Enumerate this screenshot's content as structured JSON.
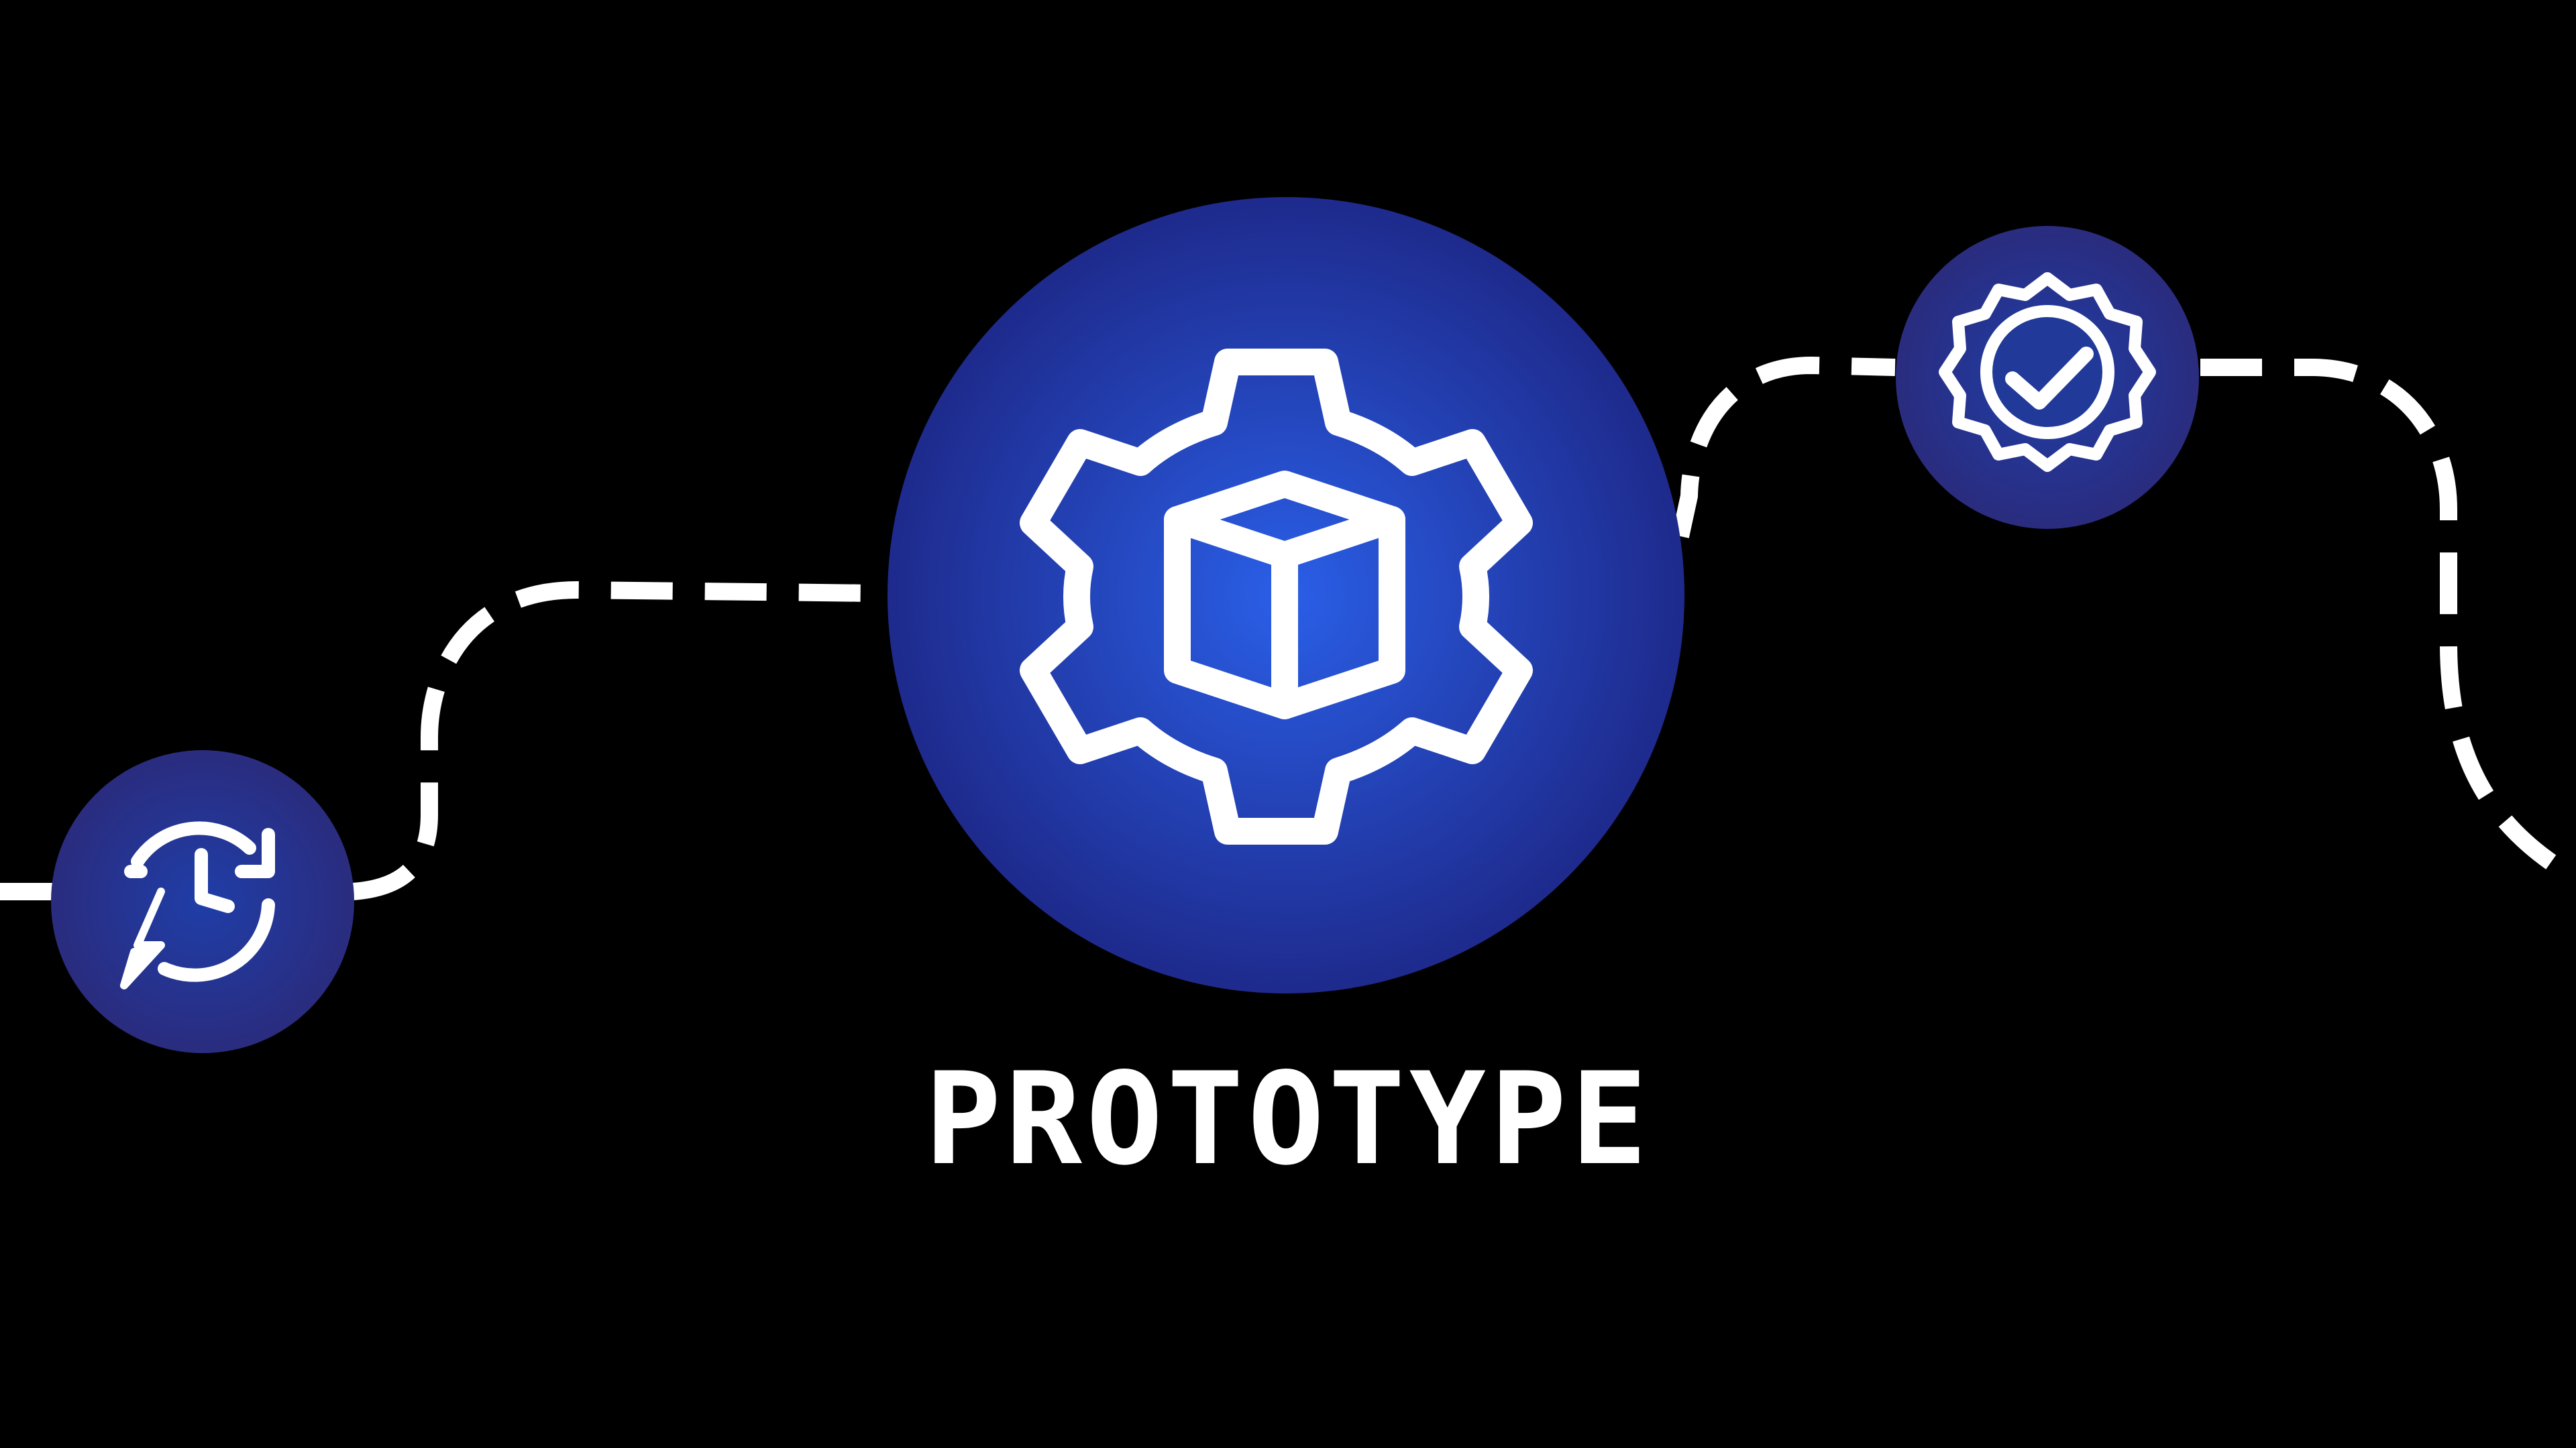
{
  "diagram": {
    "center_label": "PROTOTYPE",
    "nodes": [
      {
        "id": "left",
        "icon": "clock-bolt-refresh-icon"
      },
      {
        "id": "center",
        "icon": "gear-cube-icon"
      },
      {
        "id": "right",
        "icon": "verified-badge-check-icon"
      }
    ],
    "colors": {
      "background": "#000000",
      "node_fill_center": "#2a5fe8",
      "node_fill_edge": "#1e2a8c",
      "small_node_edge": "#2b2a7a",
      "connector": "#ffffff",
      "icon_stroke": "#ffffff"
    }
  }
}
